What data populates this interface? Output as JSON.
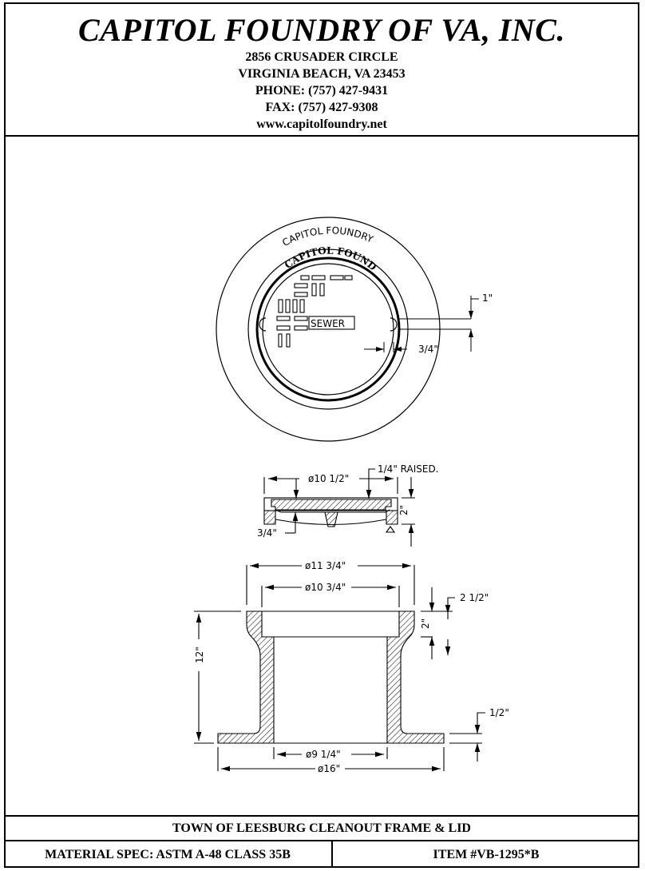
{
  "header": {
    "company": "CAPITOL FOUNDRY OF VA, INC.",
    "address_line1": "2856 CRUSADER CIRCLE",
    "address_line2": "VIRGINIA BEACH, VA 23453",
    "phone": "PHONE: (757) 427-9431",
    "fax": "FAX: (757) 427-9308",
    "website": "www.capitolfoundry.net"
  },
  "drawing": {
    "top_view": {
      "ring_text": "CAPITOL FOUNDRY",
      "lid_text": "CAPITOL FOUNDRY",
      "lid_label": "SEWER",
      "dim_slot": "1\"",
      "dim_gap": "3/4\""
    },
    "lid_section": {
      "dim_diameter": "ø10 1/2\"",
      "dim_raised": "1/4\" RAISED.",
      "dim_height": "2\"",
      "dim_rib": "3/4\""
    },
    "frame_section": {
      "dim_outer_top": "ø11 3/4\"",
      "dim_inner_top": "ø10 3/4\"",
      "dim_seat_depth": "2 1/2\"",
      "dim_seat": "2\"",
      "dim_height": "12\"",
      "dim_flange": "1/2\"",
      "dim_bore": "ø9 1/4\"",
      "dim_base": "ø16\""
    }
  },
  "footer": {
    "product": "TOWN OF LEESBURG CLEANOUT FRAME & LID",
    "material": "MATERIAL SPEC:  ASTM A-48 CLASS 35B",
    "item": "ITEM #VB-1295*B"
  }
}
